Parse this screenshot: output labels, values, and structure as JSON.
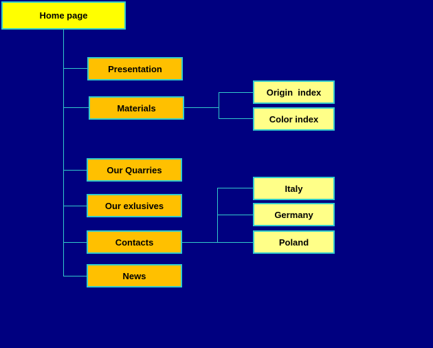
{
  "colors": {
    "background": "#000080",
    "connector": "#33cccc",
    "root_fill": "#ffff00",
    "section_fill": "#ffc000",
    "subsection_fill": "#ffff88",
    "border": "#33cccc"
  },
  "sitemap": {
    "root": {
      "label": "Home page"
    },
    "sections": [
      {
        "label": "Presentation"
      },
      {
        "label": "Materials",
        "children": [
          {
            "label": "Origin  index"
          },
          {
            "label": "Color index"
          }
        ]
      },
      {
        "label": "Our Quarries"
      },
      {
        "label": "Our exlusives"
      },
      {
        "label": "Contacts",
        "children": [
          {
            "label": "Italy"
          },
          {
            "label": "Germany"
          },
          {
            "label": "Poland"
          }
        ]
      },
      {
        "label": "News"
      }
    ]
  }
}
